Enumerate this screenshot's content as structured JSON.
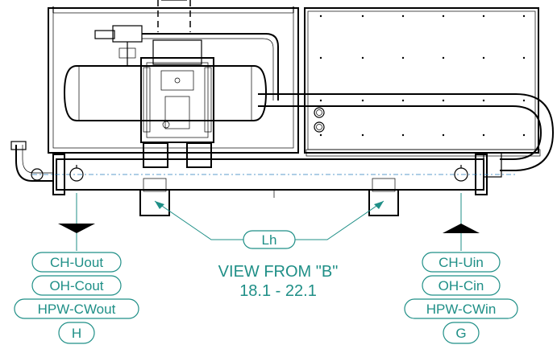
{
  "labels": {
    "left": [
      "CH-Uout",
      "OH-Cout",
      "HPW-CWout",
      "H"
    ],
    "right": [
      "CH-Uin",
      "OH-Cin",
      "HPW-CWin",
      "G"
    ],
    "center": "Lh"
  },
  "view": {
    "title": "VIEW FROM \"B\"",
    "range": "18.1 - 22.1"
  },
  "colors": {
    "accent": "#1f8f87",
    "line": "#000000",
    "centerline": "#2a7fbf"
  }
}
